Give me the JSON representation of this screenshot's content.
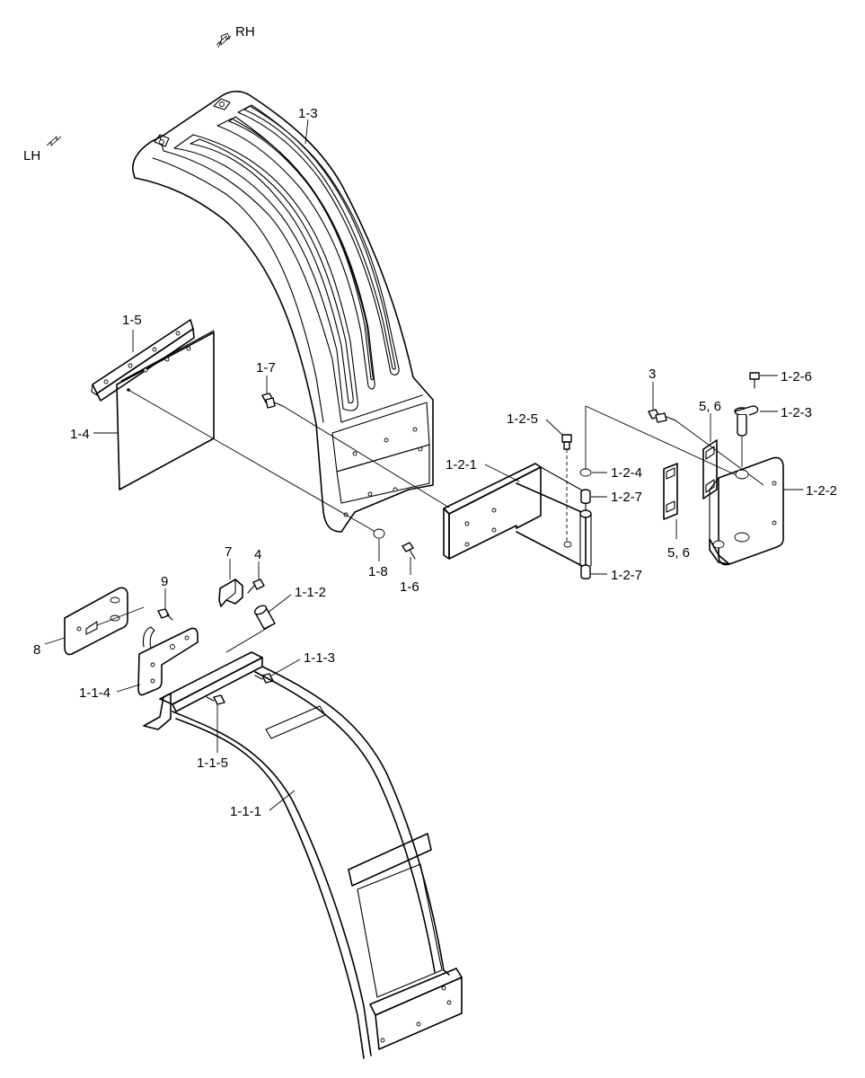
{
  "directions": {
    "rh": "RH",
    "lh": "LH"
  },
  "labels": {
    "p1_3": "1-3",
    "p1_5": "1-5",
    "p1_4": "1-4",
    "p1_7": "1-7",
    "p1_8": "1-8",
    "p1_6": "1-6",
    "p1_2_1": "1-2-1",
    "p1_2_5": "1-2-5",
    "p1_2_4": "1-2-4",
    "p1_2_7a": "1-2-7",
    "p1_2_7b": "1-2-7",
    "p3": "3",
    "p5_6a": "5, 6",
    "p5_6b": "5, 6",
    "p1_2_6": "1-2-6",
    "p1_2_3": "1-2-3",
    "p1_2_2": "1-2-2",
    "p7": "7",
    "p4": "4",
    "p9": "9",
    "p1_1_2": "1-1-2",
    "p8": "8",
    "p1_1_3": "1-1-3",
    "p1_1_4": "1-1-4",
    "p1_1_5": "1-1-5",
    "p1_1_1": "1-1-1"
  }
}
